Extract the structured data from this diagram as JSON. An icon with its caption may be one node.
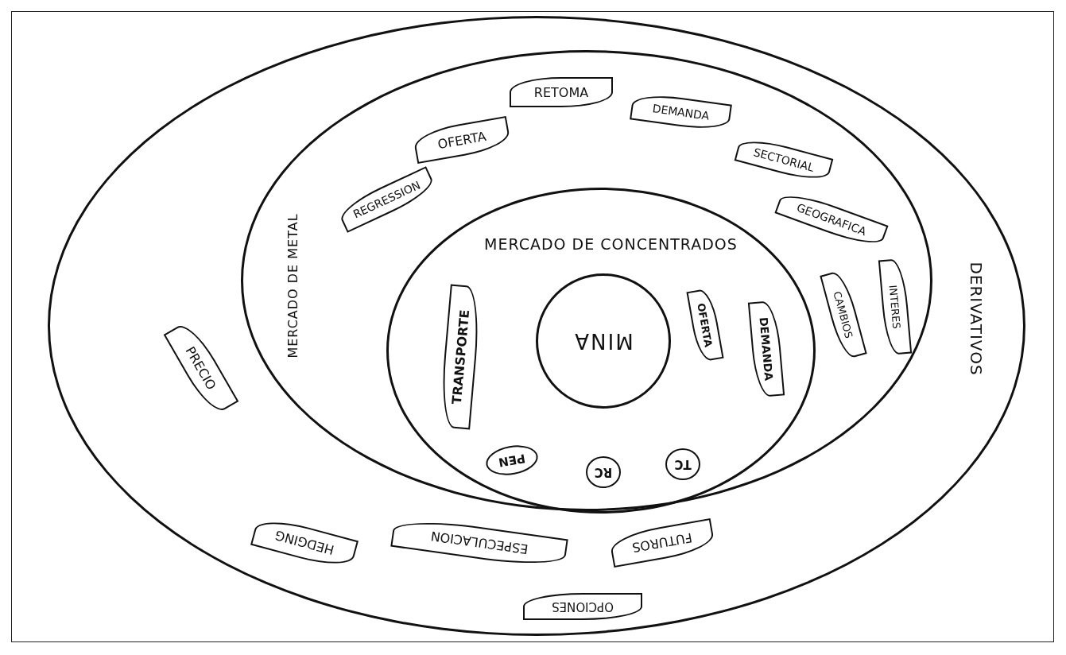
{
  "diagram": {
    "nodes": [
      {
        "text": [
          "DERIVATIVOS"
        ]
      },
      {
        "text": [
          "MERCADO DE METAL"
        ],
        "in": 0
      },
      {
        "text": [
          "MERCADO DE CONCENTRADOS"
        ],
        "in": 1
      },
      {
        "text": [
          "MINA"
        ],
        "in": 2
      },
      {
        "text": [
          "TRANSPORTE"
        ],
        "in": 2
      },
      {
        "text": [
          "OFERTA"
        ],
        "in": 2
      },
      {
        "text": [
          "DEMANDA"
        ],
        "in": 2
      },
      {
        "text": [
          "PEN"
        ],
        "in": 2
      },
      {
        "text": [
          "RC"
        ],
        "in": 2
      },
      {
        "text": [
          "TC"
        ],
        "in": 2
      },
      {
        "text": [
          "OFERTA"
        ],
        "in": 1
      },
      {
        "text": [
          "RETOMA"
        ],
        "in": 1
      },
      {
        "text": [
          "DEMANDA"
        ],
        "in": 1
      },
      {
        "text": [
          "SECTORIAL"
        ],
        "in": 1
      },
      {
        "text": [
          "GEOGRAFICA"
        ],
        "in": 1
      },
      {
        "text": [
          "REGRESSION"
        ],
        "in": 1
      },
      {
        "text": [
          "CAMBIOS"
        ],
        "in": 1
      },
      {
        "text": [
          "INTERES"
        ],
        "in": 1
      },
      {
        "text": [
          "PRECIO"
        ],
        "in": 0
      },
      {
        "text": [
          "HEDGING"
        ],
        "in": 0
      },
      {
        "text": [
          "ESPECULACION"
        ],
        "in": 0
      },
      {
        "text": [
          "FUTUROS"
        ],
        "in": 0
      },
      {
        "text": [
          "OPCIONES"
        ],
        "in": 0
      }
    ]
  }
}
